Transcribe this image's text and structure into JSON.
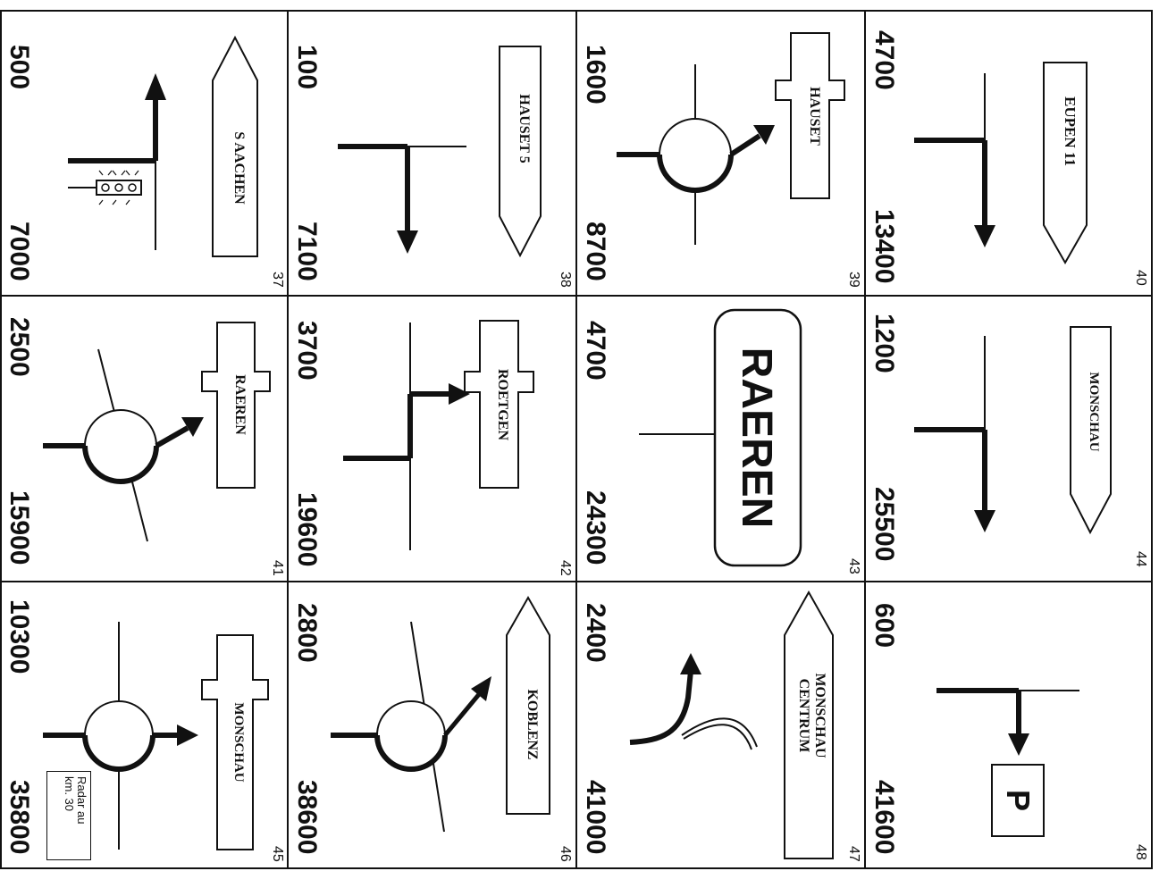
{
  "cards": [
    {
      "id": "37",
      "number": "37",
      "start": "500",
      "end": "7000",
      "sign": "S AACHEN"
    },
    {
      "id": "38",
      "number": "38",
      "start": "100",
      "end": "7100",
      "sign": "HAUSET 5"
    },
    {
      "id": "39",
      "number": "39",
      "start": "1600",
      "end": "8700",
      "sign": "HAUSET"
    },
    {
      "id": "40",
      "number": "40",
      "start": "4700",
      "end": "13400",
      "sign": "EUPEN 11"
    },
    {
      "id": "41",
      "number": "41",
      "start": "2500",
      "end": "15900",
      "sign": "RAEREN"
    },
    {
      "id": "42",
      "number": "42",
      "start": "3700",
      "end": "19600",
      "sign": "ROETGEN"
    },
    {
      "id": "43",
      "number": "43",
      "start": "4700",
      "end": "24300",
      "sign": "RAEREN"
    },
    {
      "id": "44",
      "number": "44",
      "start": "1200",
      "end": "25500",
      "sign": "MONSCHAU"
    },
    {
      "id": "45",
      "number": "45",
      "start": "10300",
      "end": "35800",
      "sign": "MONSCHAU",
      "note_line1": "Radar au",
      "note_line2": "km. 30"
    },
    {
      "id": "46",
      "number": "46",
      "start": "2800",
      "end": "38600",
      "sign": "KOBLENZ"
    },
    {
      "id": "47",
      "number": "47",
      "start": "2400",
      "end": "41000",
      "sign_line1": "MONSCHAU",
      "sign_line2": "CENTRUM"
    },
    {
      "id": "48",
      "number": "48",
      "start": "600",
      "end": "41600",
      "sign": "P"
    }
  ]
}
